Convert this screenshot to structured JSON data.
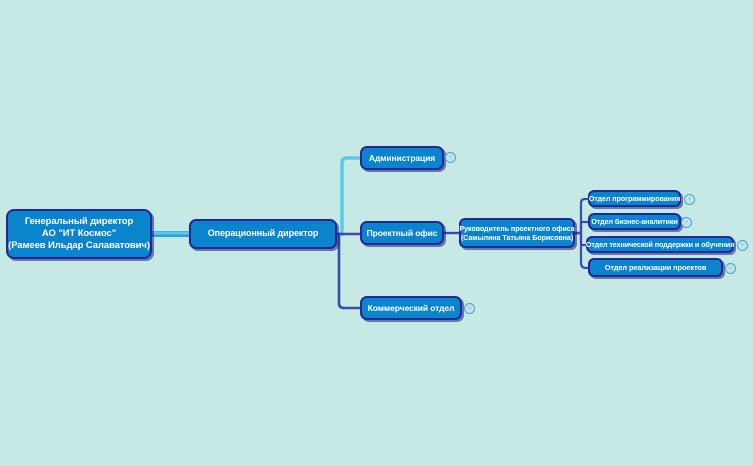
{
  "diagram": {
    "type": "mindmap-org-chart",
    "background_color": "#c6e9e6",
    "node_fill_color": "#0a84cc",
    "node_border_color": "#22289c",
    "node_text_color": "#ffffff",
    "connector_light_color": "#5bc8ee",
    "connector_dark_color": "#3b4ba8",
    "indicator_glyph": "○"
  },
  "nodes": {
    "root": {
      "line1": "Генеральный директор",
      "line2": "АО \"ИТ Космос\"",
      "line3": "(Рамеев Ильдар Салаватович)"
    },
    "operational_director": {
      "label": "Операционный директор"
    },
    "administration": {
      "label": "Администрация"
    },
    "project_office": {
      "label": "Проектный офис"
    },
    "commercial_department": {
      "label": "Коммерческий отдел"
    },
    "project_office_head": {
      "line1": "Руководитель проектного офиса",
      "line2": "(Самылина Татьяна Борисовна)"
    },
    "departments": [
      {
        "label": "Отдел программирования"
      },
      {
        "label": "Отдел бизнес-аналитики"
      },
      {
        "label": "Отдел технической поддержки и обучения"
      },
      {
        "label": "Отдел реализации проектов"
      }
    ]
  }
}
